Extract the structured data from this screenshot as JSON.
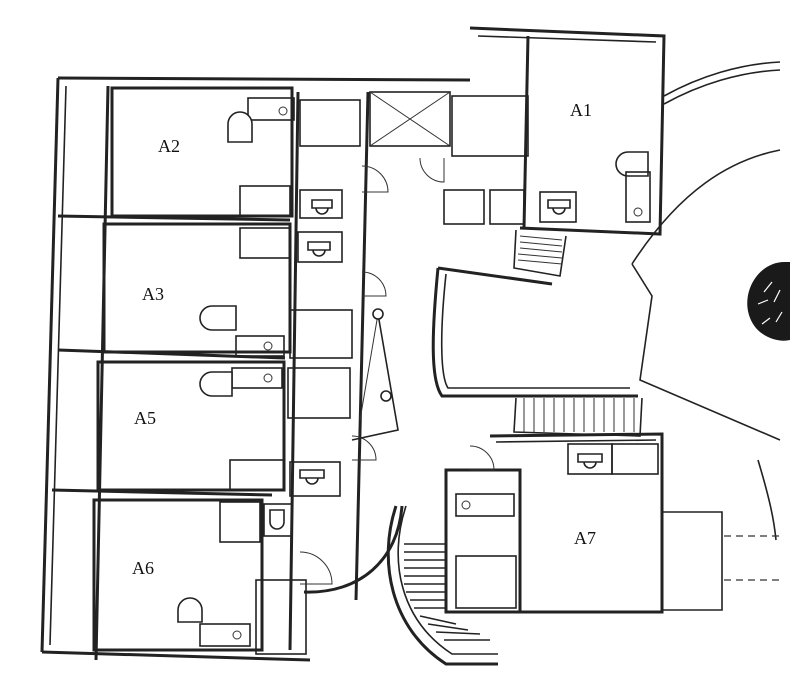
{
  "rooms": [
    {
      "id": "A1",
      "label": "A1"
    },
    {
      "id": "A2",
      "label": "A2"
    },
    {
      "id": "A3",
      "label": "A3"
    },
    {
      "id": "A5",
      "label": "A5"
    },
    {
      "id": "A6",
      "label": "A6"
    },
    {
      "id": "A7",
      "label": "A7"
    }
  ],
  "icons": {
    "tree": "tree-icon",
    "toilet": "toilet-icon",
    "kitchenette": "kitchenette-icon",
    "door_swing": "door-swing-icon",
    "stairs": "stairs-icon",
    "skylight": "skylight-icon"
  }
}
